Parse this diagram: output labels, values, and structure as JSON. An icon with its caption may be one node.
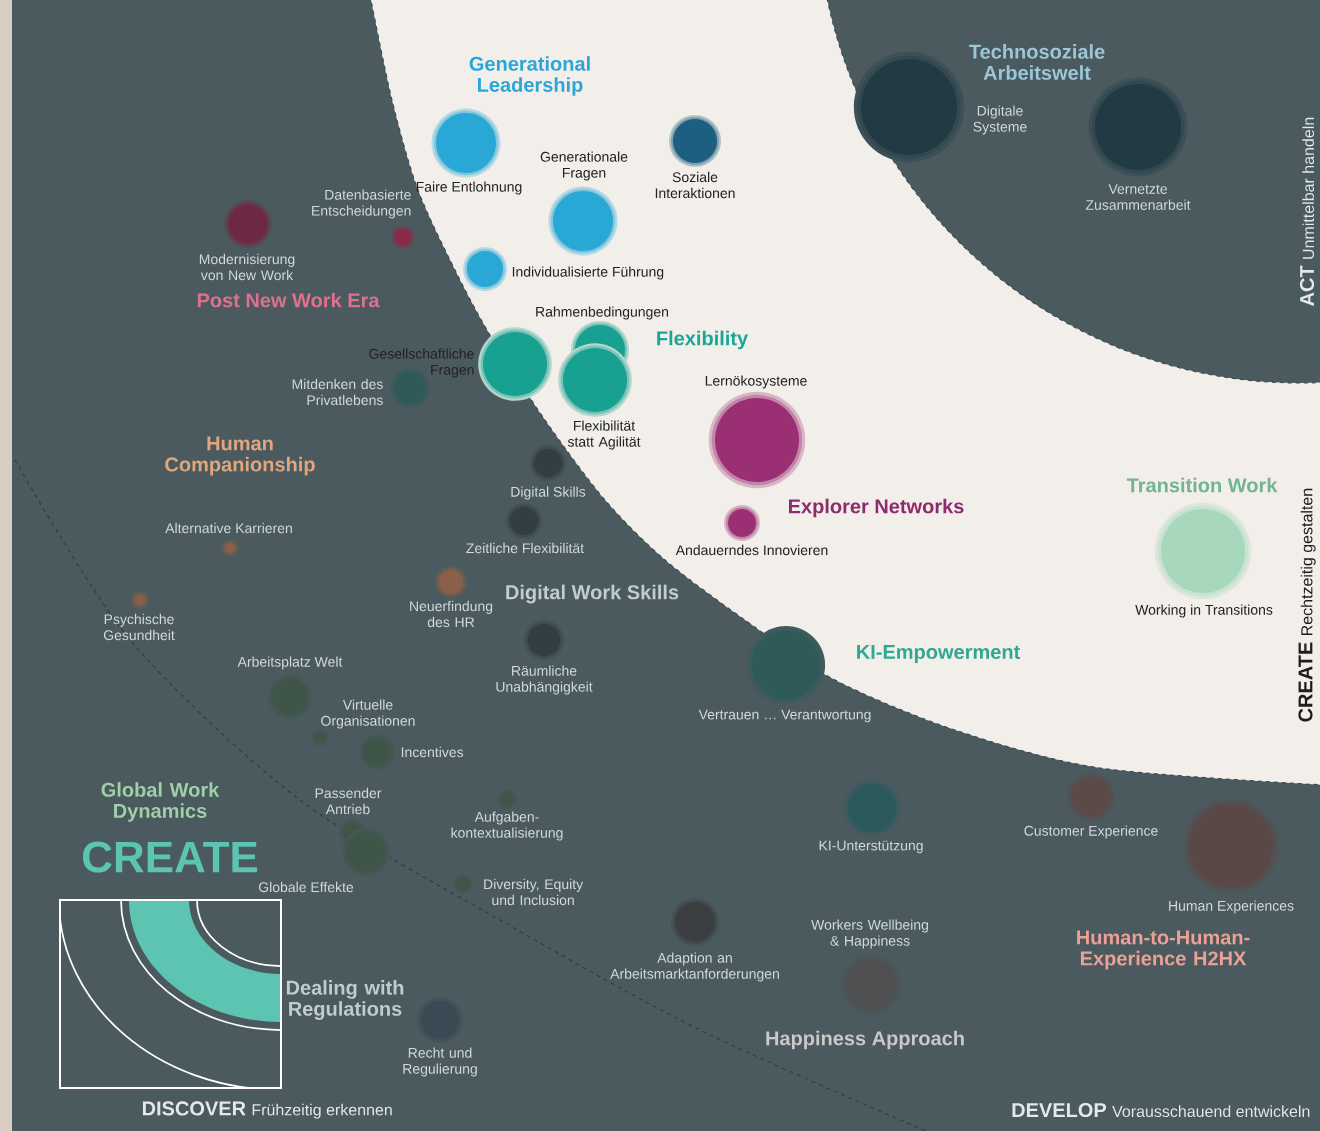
{
  "diagram": {
    "nodes": [
      {
        "text": [],
        "shape": "circle",
        "beside": [
          "Faire Entlohnung"
        ]
      },
      {
        "text": [],
        "shape": "circle",
        "beside": [
          "Generationale Fragen"
        ]
      },
      {
        "text": [],
        "shape": "circle",
        "beside": [
          "Individualisierte Führung"
        ]
      },
      {
        "text": [],
        "shape": "circle",
        "beside": [
          "Datenbasierte Entscheidungen"
        ]
      },
      {
        "text": [],
        "shape": "circle",
        "beside": [
          "Modernisierung von New Work"
        ]
      },
      {
        "text": [],
        "shape": "circle",
        "beside": [
          "Soziale Interaktionen"
        ]
      },
      {
        "text": [],
        "shape": "circle",
        "beside": [
          "Digitale Systeme"
        ]
      },
      {
        "text": [],
        "shape": "circle",
        "beside": [
          "Vernetzte Zusammenarbeit"
        ]
      },
      {
        "text": [],
        "shape": "circle",
        "beside": [
          "Rahmenbedingungen"
        ]
      },
      {
        "text": [],
        "shape": "circle",
        "beside": [
          "Gesellschaftliche Fragen"
        ]
      },
      {
        "text": [],
        "shape": "circle",
        "beside": [
          "Flexibilität statt Agilität"
        ]
      },
      {
        "text": [],
        "shape": "circle",
        "beside": [
          "Mitdenken des Privatlebens"
        ]
      },
      {
        "text": [],
        "shape": "circle",
        "beside": [
          "Lernökosysteme"
        ]
      },
      {
        "text": [],
        "shape": "circle",
        "beside": [
          "Andauerndes Innovieren"
        ]
      },
      {
        "text": [],
        "shape": "circle",
        "beside": [
          "Working in Transitions"
        ]
      },
      {
        "text": [],
        "shape": "circle",
        "beside": [
          "Digital Skills"
        ]
      },
      {
        "text": [],
        "shape": "circle",
        "beside": [
          "Zeitliche Flexibilität"
        ]
      },
      {
        "text": [],
        "shape": "circle",
        "beside": [
          "Räumliche Unabhängigkeit"
        ]
      },
      {
        "text": [],
        "shape": "circle",
        "beside": [
          "Alternative Karrieren"
        ]
      },
      {
        "text": [],
        "shape": "circle",
        "beside": [
          "Psychische Gesundheit"
        ]
      },
      {
        "text": [],
        "shape": "circle",
        "beside": [
          "Neuerfindung des HR"
        ]
      },
      {
        "text": [],
        "shape": "circle",
        "beside": [
          "Vertrauen … Verantwortung"
        ]
      },
      {
        "text": [],
        "shape": "circle",
        "beside": [
          "KI-Unterstützung"
        ]
      },
      {
        "text": [],
        "shape": "circle",
        "beside": [
          "Customer Experience"
        ]
      },
      {
        "text": [],
        "shape": "circle",
        "beside": [
          "Human Experiences"
        ]
      },
      {
        "text": [],
        "shape": "circle",
        "beside": [
          "Arbeitsplatz Welt"
        ]
      },
      {
        "text": [],
        "shape": "circle",
        "beside": [
          "Virtuelle Organisationen"
        ]
      },
      {
        "text": [],
        "shape": "circle",
        "beside": [
          "Incentives"
        ]
      },
      {
        "text": [],
        "shape": "circle",
        "beside": [
          "Passender Antrieb"
        ]
      },
      {
        "text": [],
        "shape": "circle",
        "beside": [
          "Globale Effekte"
        ]
      },
      {
        "text": [],
        "shape": "circle",
        "beside": [
          "Aufgaben- kontextualisierung"
        ]
      },
      {
        "text": [],
        "shape": "circle",
        "beside": [
          "Diversity, Equity und Inclusion"
        ]
      },
      {
        "text": [],
        "shape": "circle",
        "beside": [
          "Recht und Regulierung"
        ]
      },
      {
        "text": [],
        "shape": "circle",
        "beside": [
          "Adaption an Arbeitsmarktanforderungen"
        ]
      },
      {
        "text": [],
        "shape": "circle",
        "beside": [
          "Workers Wellbeing & Happiness"
        ]
      }
    ],
    "labels": [
      "Generational Leadership",
      "Technosoziale Arbeitswelt",
      "Post New Work Era",
      "Flexibility",
      "Human Companionship",
      "Explorer Networks",
      "Transition Work",
      "Digital Work Skills",
      "KI-Empowerment",
      "Global Work Dynamics",
      "Dealing with Regulations",
      "Happiness Approach",
      "Human-to-Human-Experience H2HX",
      "ACT",
      "Unmittelbar handeln",
      "CREATE",
      "Rechtzeitig gestalten",
      "DISCOVER",
      "Frühzeitig erkennen",
      "DEVELOP",
      "Vorausschauend entwickeln",
      "CREATE"
    ]
  }
}
